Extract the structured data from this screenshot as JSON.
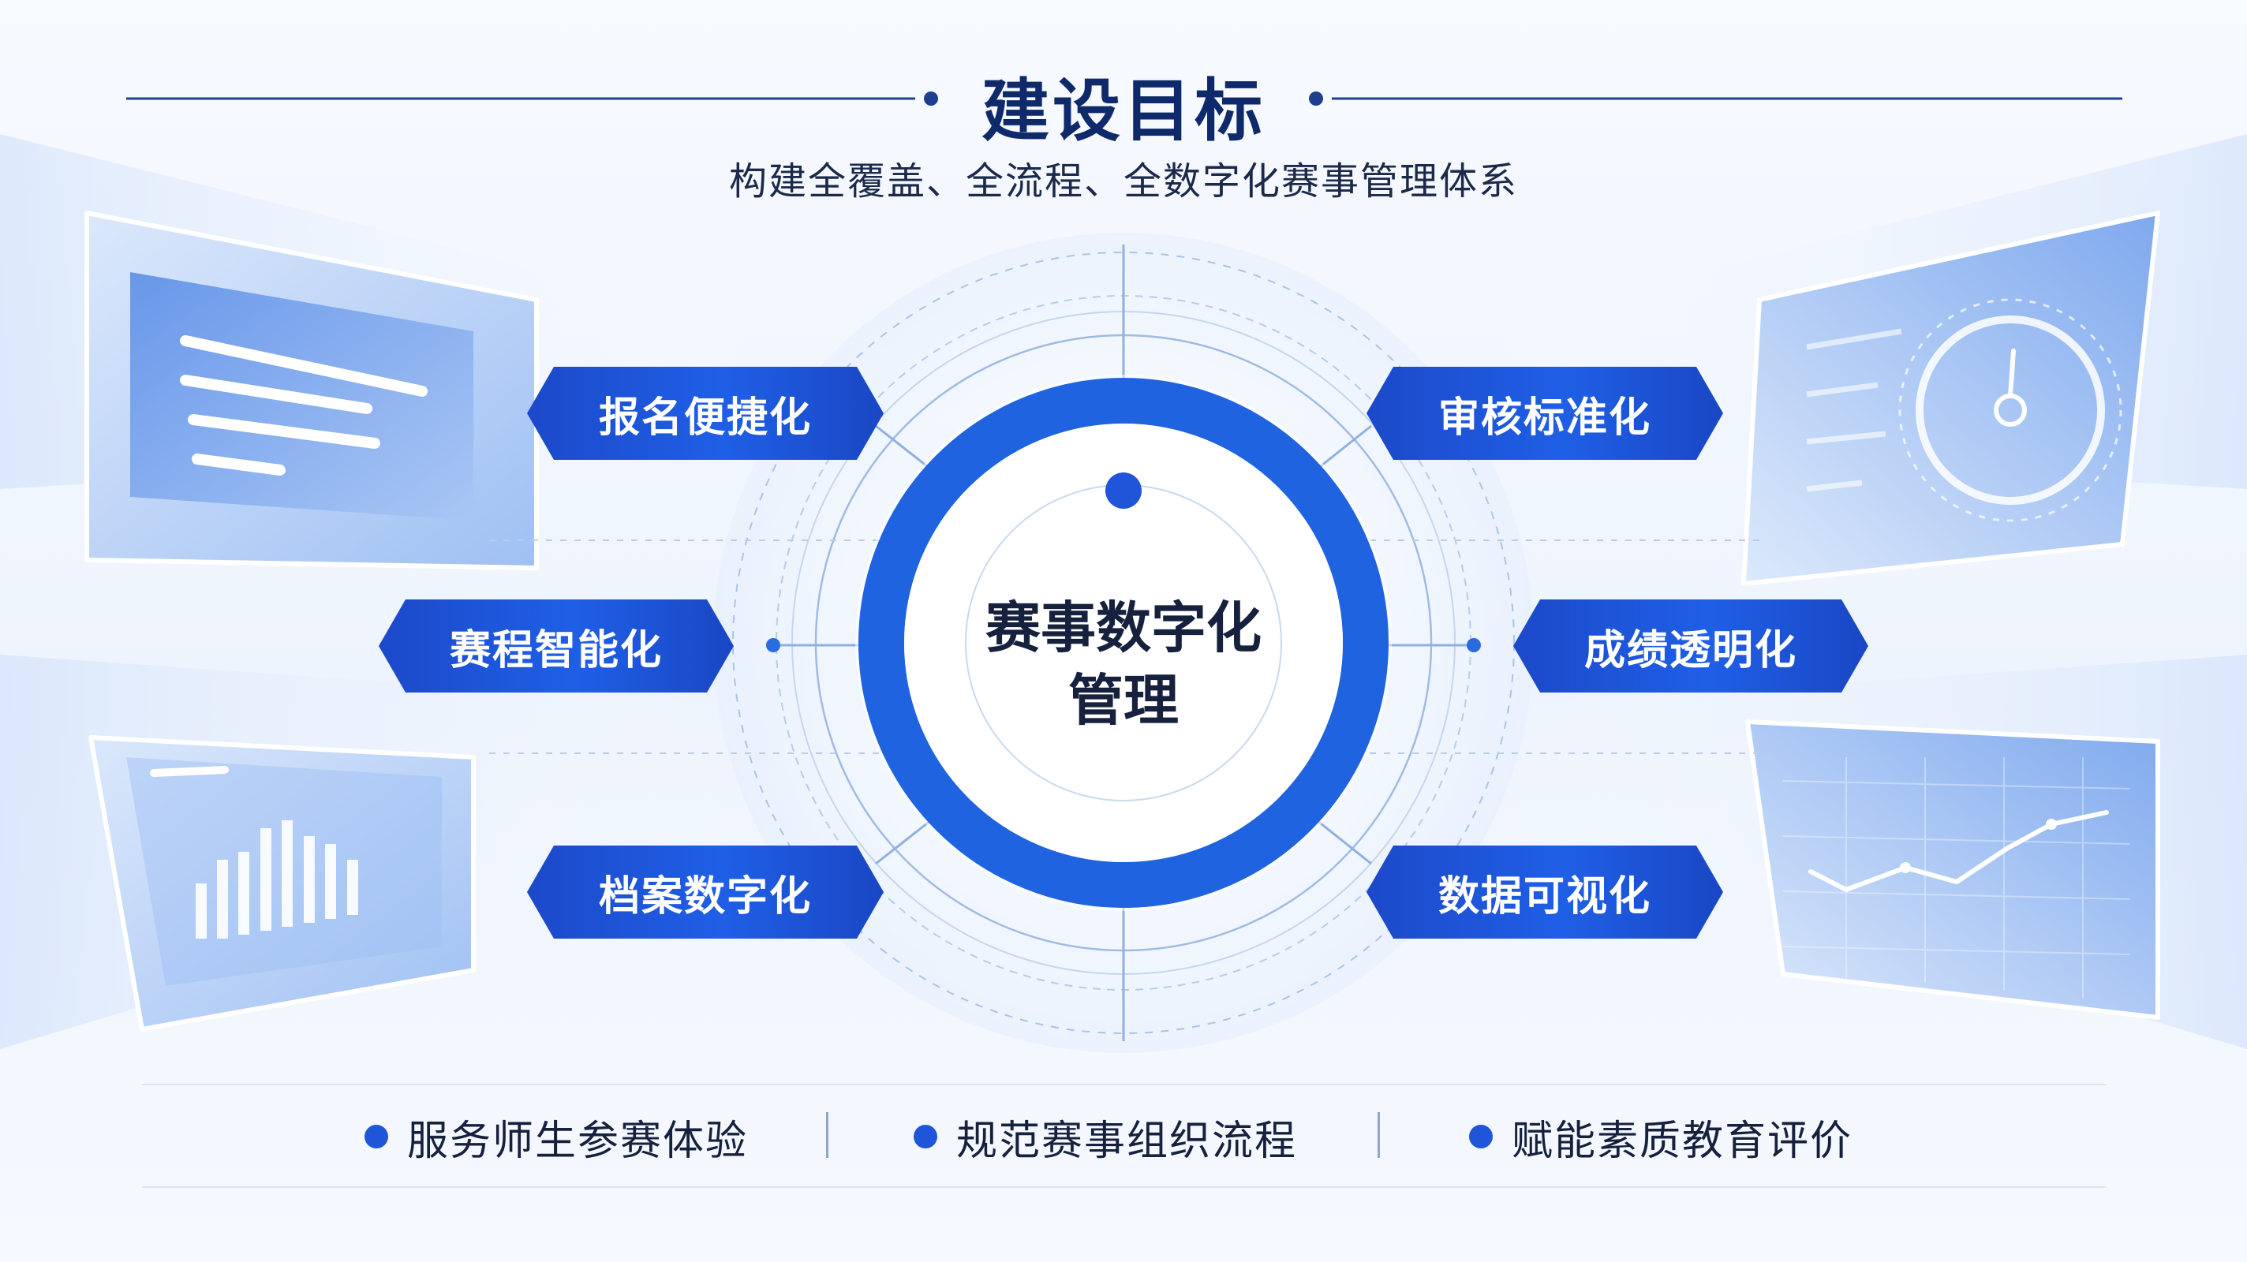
{
  "header": {
    "title": "建设目标",
    "subtitle": "构建全覆盖、全流程、全数字化赛事管理体系"
  },
  "center": {
    "line1": "赛事数字化",
    "line2": "管理"
  },
  "goals": [
    {
      "label": "报名便捷化",
      "side": "left",
      "row": "top"
    },
    {
      "label": "审核标准化",
      "side": "right",
      "row": "top"
    },
    {
      "label": "赛程智能化",
      "side": "left",
      "row": "middle"
    },
    {
      "label": "成绩透明化",
      "side": "right",
      "row": "middle"
    },
    {
      "label": "档案数字化",
      "side": "left",
      "row": "bottom"
    },
    {
      "label": "数据可视化",
      "side": "right",
      "row": "bottom"
    }
  ],
  "bottom_items": [
    {
      "label": "服务师生参赛体验"
    },
    {
      "label": "规范赛事组织流程"
    },
    {
      "label": "赋能素质教育评价"
    }
  ],
  "colors": {
    "primary": "#1f5fe6",
    "dark_blue": "#0f2a6b",
    "ring": "#1f63e0",
    "panel": "#5e93ea"
  },
  "icons": [
    "document-panel-icon",
    "gauge-panel-icon",
    "bar-chart-panel-icon",
    "line-chart-panel-icon"
  ]
}
